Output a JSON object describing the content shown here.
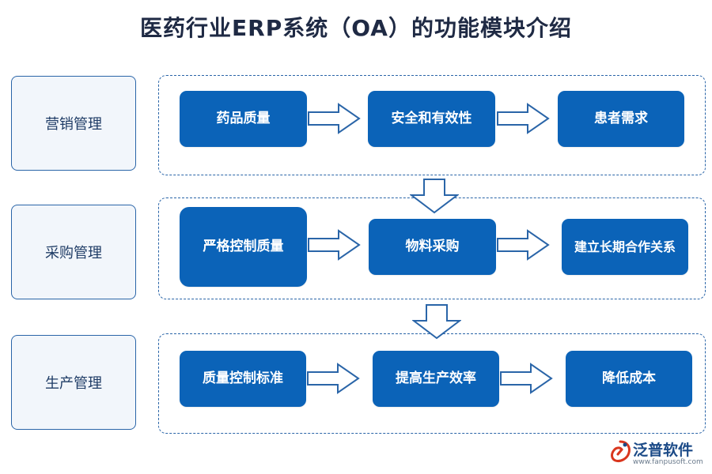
{
  "title": "医药行业ERP系统（OA）的功能模块介绍",
  "categories": [
    {
      "label": "营销管理"
    },
    {
      "label": "采购管理"
    },
    {
      "label": "生产管理"
    }
  ],
  "rows": [
    {
      "boxes": [
        "药品质量",
        "安全和有效性",
        "患者需求"
      ]
    },
    {
      "boxes": [
        "严格控制质量",
        "物料采购",
        "建立长期合作关系"
      ]
    },
    {
      "boxes": [
        "质量控制标准",
        "提高生产效率",
        "降低成本"
      ]
    }
  ],
  "brand": {
    "name": "泛普软件",
    "url": "www.fanpusoft.com"
  },
  "colors": {
    "box_fill": "#0b63b8",
    "border": "#2a65a8",
    "category_fill": "#f2f6fb"
  }
}
